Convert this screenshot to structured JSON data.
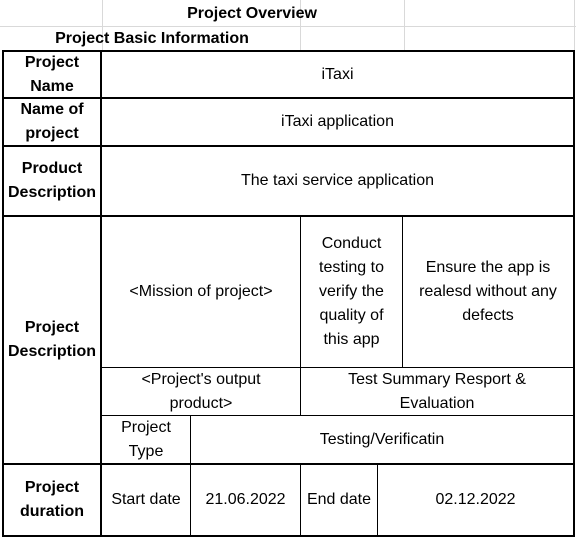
{
  "sheet": {
    "title": "Project Overview",
    "section": "Project Basic Information",
    "rows": {
      "project_name": {
        "label": "Project Name",
        "value": "iTaxi"
      },
      "name_of_project": {
        "label": "Name of project",
        "value": "iTaxi application"
      },
      "product_description": {
        "label": "Product Description",
        "value": "The taxi service application"
      },
      "project_description": {
        "label": "Project Description",
        "mission_label": "<Mission of project>",
        "mission_1": "Conduct testing to verify the quality of this app",
        "mission_2": "Ensure the app is realesd without any defects",
        "output_label": "<Project's output product>",
        "output_value": "Test Summary Resport & Evaluation",
        "type_label": "Project Type",
        "type_value": "Testing/Verificatin"
      },
      "project_duration": {
        "label": "Project duration",
        "start_label": "Start date",
        "start_value": "21.06.2022",
        "end_label": "End date",
        "end_value": "02.12.2022"
      }
    }
  }
}
